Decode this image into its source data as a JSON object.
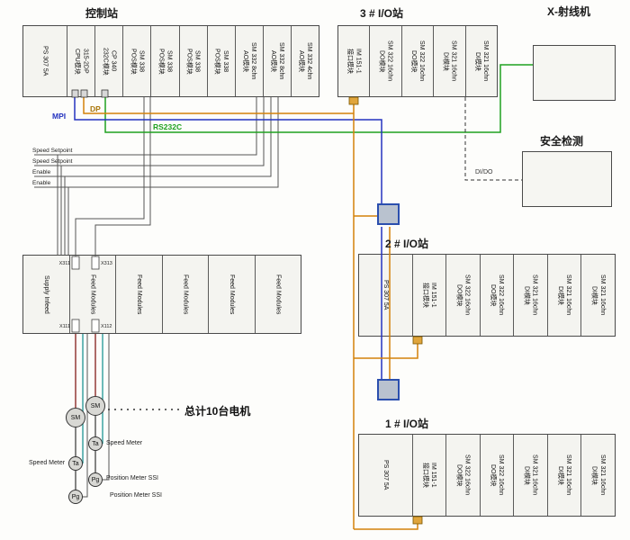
{
  "diagram": {
    "control_station": {
      "label": "控制站",
      "modules": [
        "PS 307 5A",
        "315-2DP\nCPU模块",
        "CP 340\n232C模块",
        "SM 338\nPOS模块",
        "SM 338\nPOS模块",
        "SM 338\nPOS模块",
        "SM 338\nPOS模块",
        "SM 332 8chn\nAO模块",
        "SM 332 8chn\nAO模块",
        "SM 332 4chn\nAO模块"
      ]
    },
    "io_station_3": {
      "label": "3 # I/O站",
      "modules": [
        "IM 151-1\n接口模块",
        "SM 322 16chn\nDO模块",
        "SM 322 16chn\nDO模块",
        "SM 321 16chn\nDI模块",
        "SM 321 16chn\nDI模块"
      ]
    },
    "io_station_2": {
      "label": "2 # I/O站",
      "modules": [
        "PS 307 5A",
        "IM 151-1\n接口模块",
        "SM 322 16chn\nDO模块",
        "SM 322 16chn\nDO模块",
        "SM 321 16chn\nDI模块",
        "SM 321 16chn\nDI模块",
        "SM 321 16chn\nDI模块"
      ]
    },
    "io_station_1": {
      "label": "1 # I/O站",
      "modules": [
        "PS 307 5A",
        "IM 151-1\n接口模块",
        "SM 322 16chn\nDO模块",
        "SM 322 16chn\nDO模块",
        "SM 321 16chn\nDI模块",
        "SM 321 16chn\nDI模块",
        "SM 321 16chn\nDI模块"
      ]
    },
    "xray": {
      "label": "X-射线机"
    },
    "safety": {
      "label": "安全检测"
    },
    "feed_rack": {
      "modules": [
        "Supply Infeed",
        "Feed Modules",
        "Feed Modules",
        "Feed Modules",
        "Feed Modules",
        "Feed Modules"
      ],
      "connectors": [
        "X311",
        "X313",
        "X111",
        "X112"
      ]
    },
    "bus_labels": {
      "mpi": "MPI",
      "dp": "DP",
      "rs232c": "RS232C",
      "dido": "DI/DO"
    },
    "signal_labels": [
      "Speed Setpoint",
      "Speed Setpoint",
      "Enable",
      "Enable"
    ],
    "motors": {
      "sm": "SM",
      "ta": "Ta",
      "pg": "Pg",
      "speed_meter": "Speed Meter",
      "position_meter_ssi": "Position Meter SSI",
      "total_note": "总计10台电机"
    },
    "colors": {
      "mpi": "#2433c0",
      "dp": "#d4820a",
      "rs232c": "#1fa11f",
      "wire": "#555555",
      "motor_power": "#8b2a2a",
      "tacho": "#2e9c9c",
      "dido": "#333333",
      "shaft": "#333333"
    }
  }
}
